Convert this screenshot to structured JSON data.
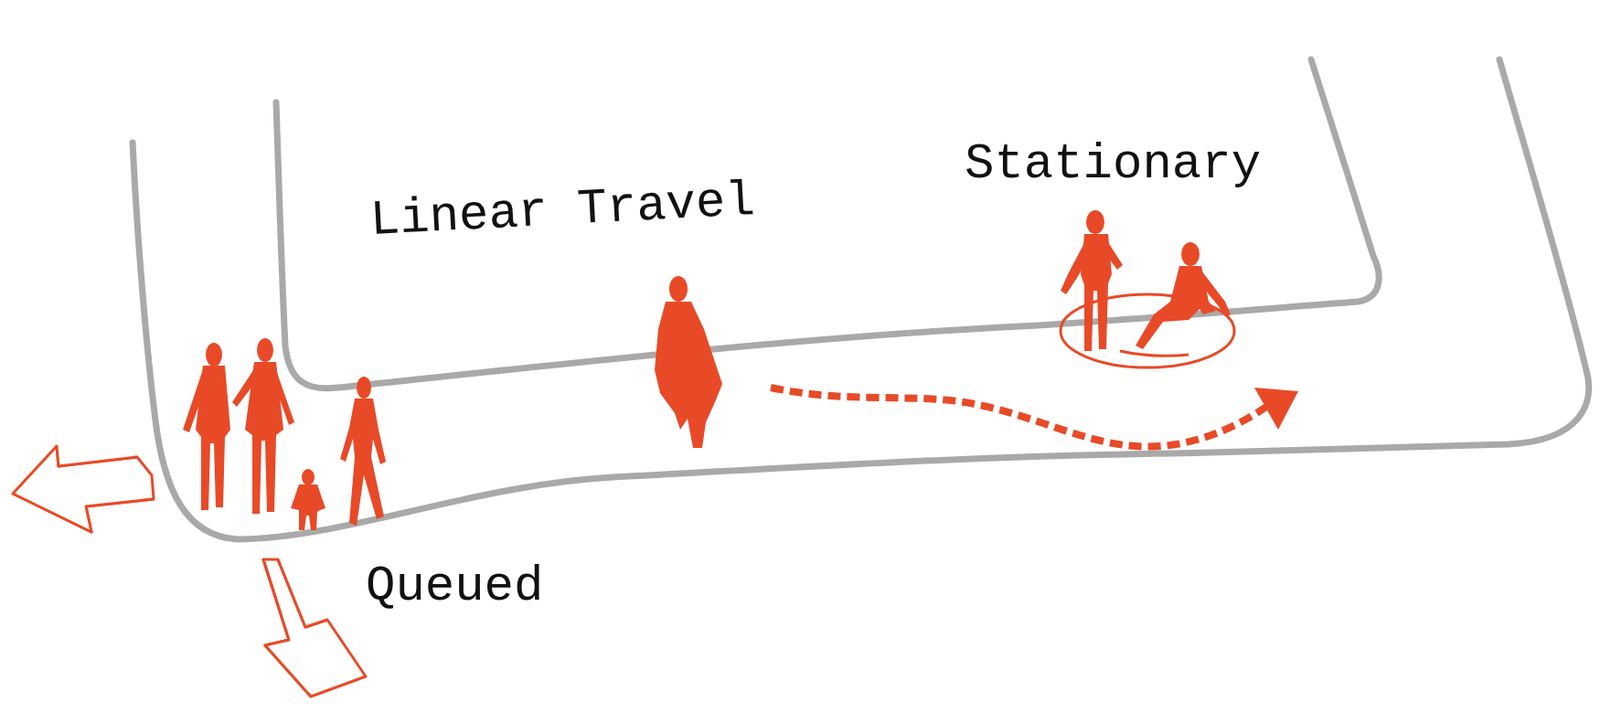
{
  "diagram": {
    "labels": [
      "Linear Travel",
      "Stationary",
      "Queued"
    ]
  }
}
